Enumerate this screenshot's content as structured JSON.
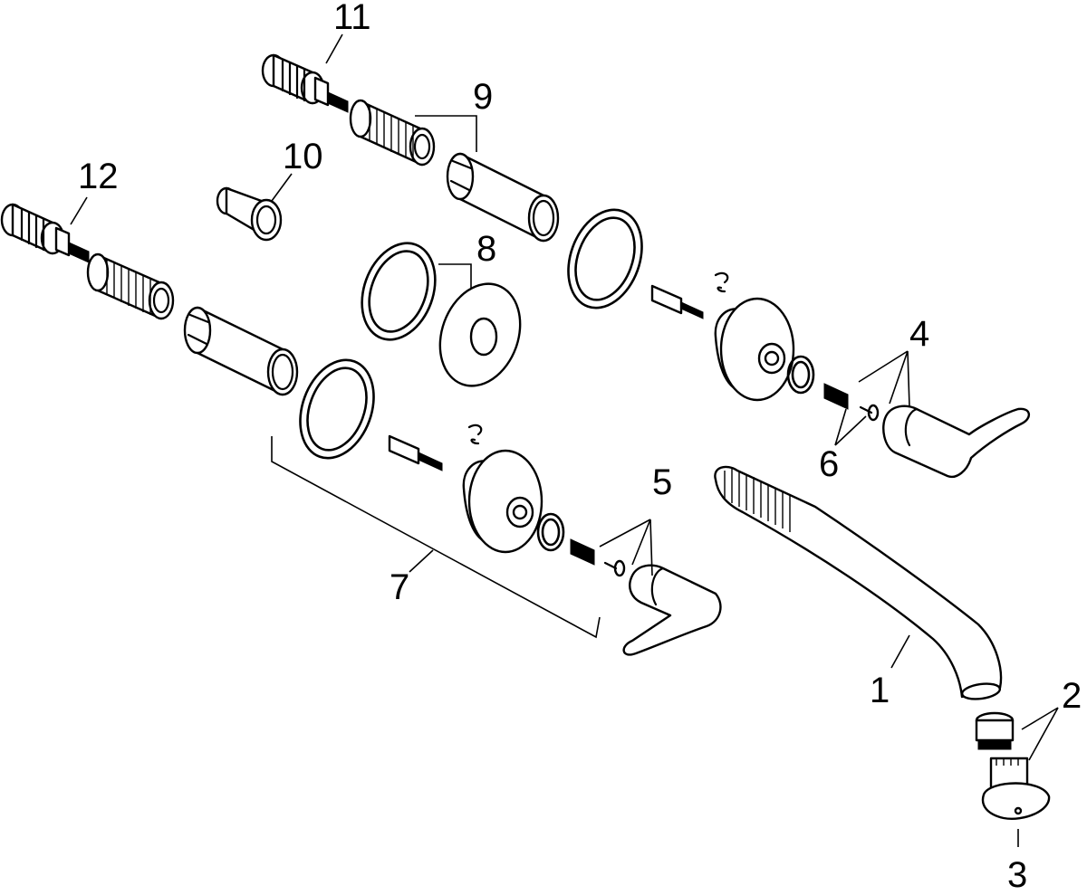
{
  "diagram": {
    "callouts": [
      {
        "id": "1",
        "text": "1"
      },
      {
        "id": "2",
        "text": "2"
      },
      {
        "id": "3",
        "text": "3"
      },
      {
        "id": "4",
        "text": "4"
      },
      {
        "id": "5",
        "text": "5"
      },
      {
        "id": "6",
        "text": "6"
      },
      {
        "id": "7",
        "text": "7"
      },
      {
        "id": "8",
        "text": "8"
      },
      {
        "id": "9",
        "text": "9"
      },
      {
        "id": "10",
        "text": "10"
      },
      {
        "id": "11",
        "text": "11"
      },
      {
        "id": "12",
        "text": "12"
      }
    ]
  }
}
